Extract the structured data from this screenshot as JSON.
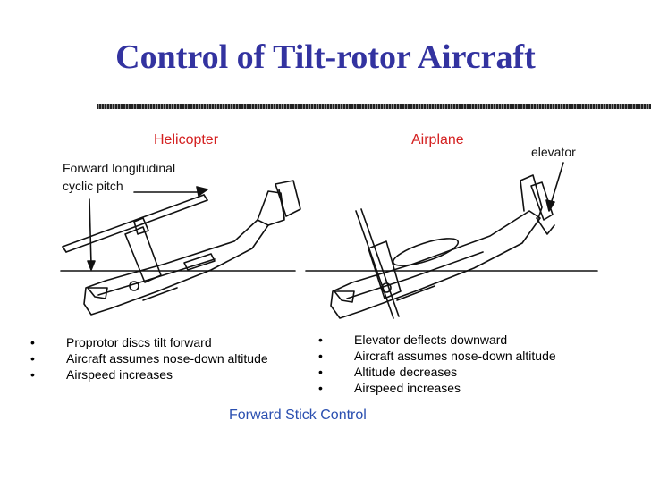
{
  "title": "Control of Tilt-rotor Aircraft",
  "panels": {
    "helicopter": {
      "heading": "Helicopter",
      "callout_line1": "Forward longitudinal",
      "callout_line2": "cyclic pitch",
      "bullets": [
        "Proprotor discs tilt forward",
        "Aircraft assumes nose-down altitude",
        "Airspeed increases"
      ]
    },
    "airplane": {
      "heading": "Airplane",
      "callout": "elevator",
      "bullets": [
        "Elevator deflects downward",
        "Aircraft assumes nose-down altitude",
        "Altitude decreases",
        "Airspeed increases"
      ]
    }
  },
  "footer": "Forward Stick Control",
  "colors": {
    "title": "#3333a0",
    "heading": "#d42020",
    "footer": "#2a4fb0"
  }
}
